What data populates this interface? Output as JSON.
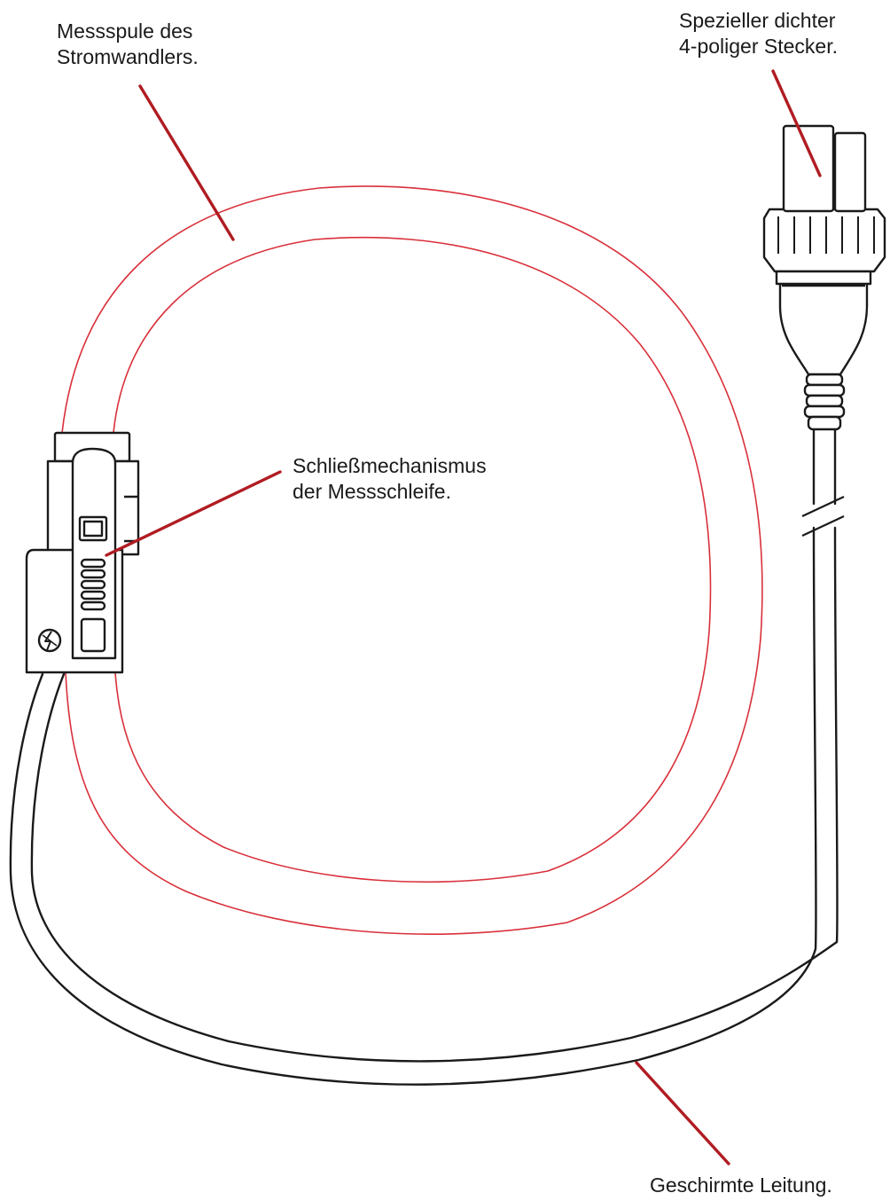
{
  "labels": {
    "coil": {
      "line1": "Messspule des",
      "line2": "Stromwandlers."
    },
    "plug": {
      "line1": "Spezieller dichter",
      "line2": "4-poliger Stecker."
    },
    "mechanism": {
      "line1": "Schließmechanismus",
      "line2": "der Messschleife."
    },
    "cable": {
      "line1": "Geschirmte Leitung."
    }
  },
  "colors": {
    "coil": "#d9303a",
    "leader": "#b01c22",
    "outline": "#1a1a1a",
    "background": "#ffffff"
  },
  "icons": {
    "lock_symbol": "lightning-in-circle-icon"
  }
}
